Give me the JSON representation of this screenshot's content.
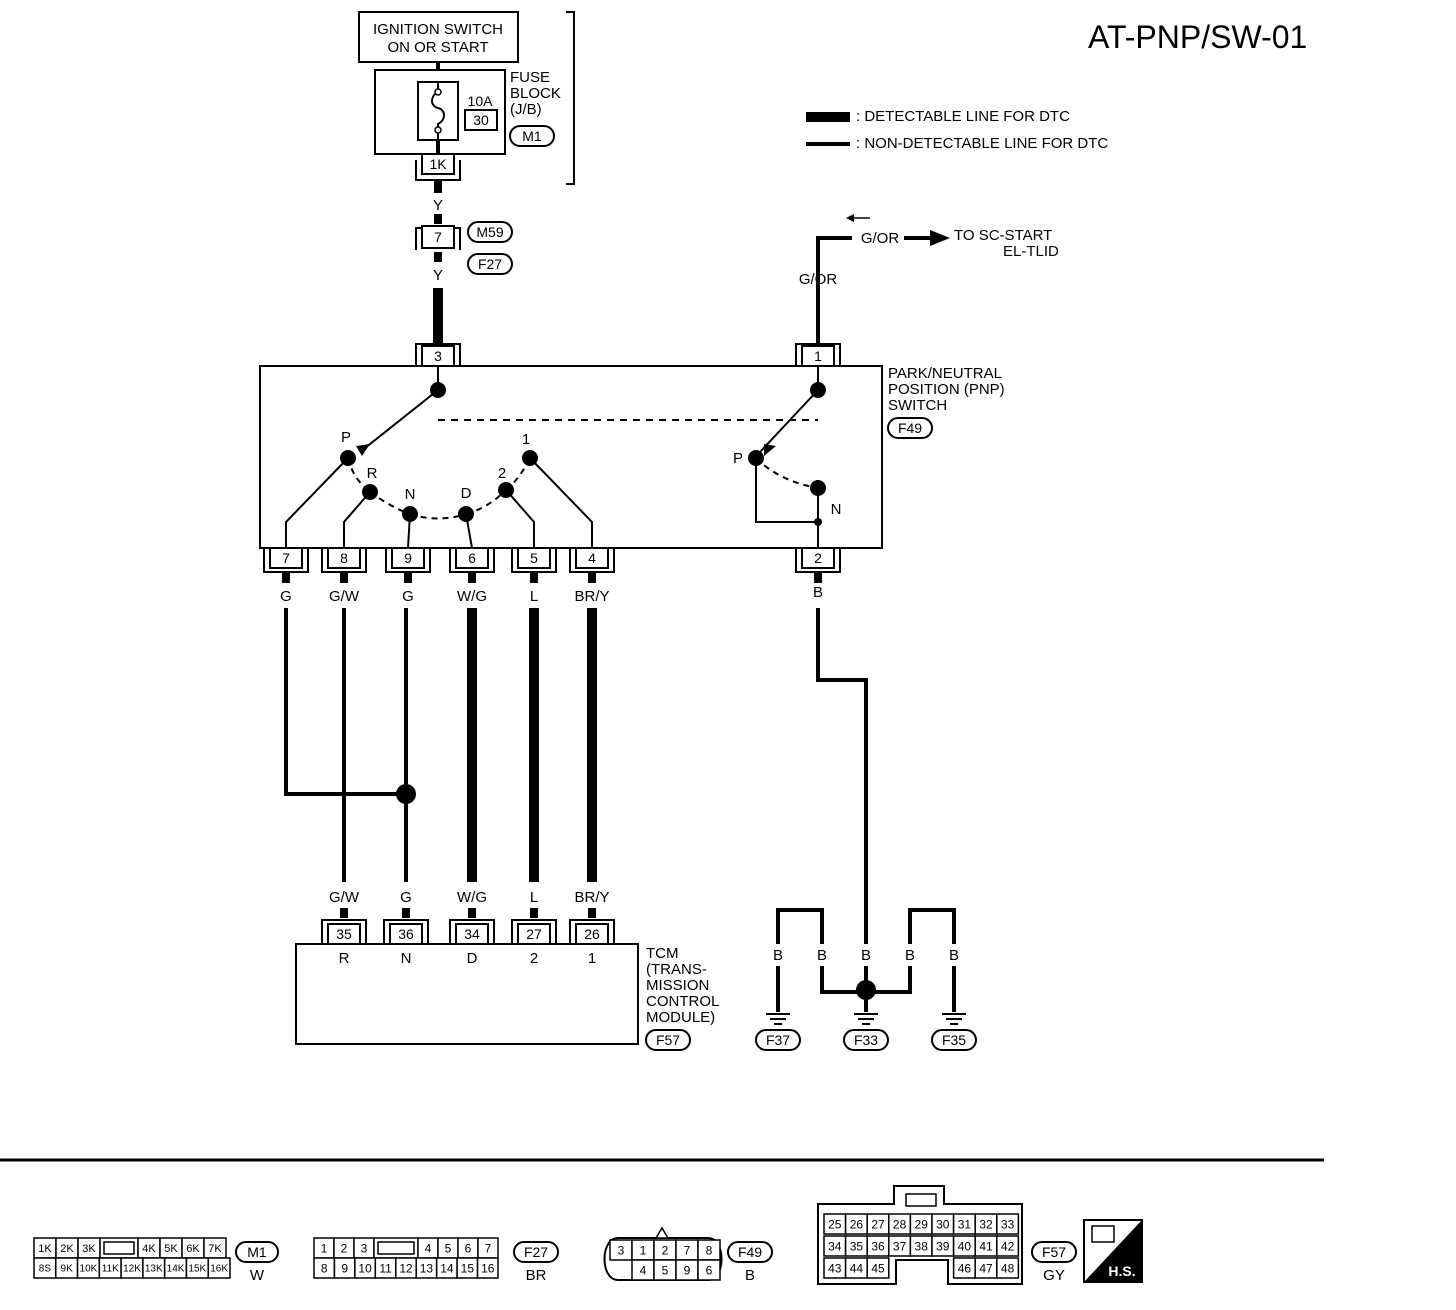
{
  "title": "AT-PNP/SW-01",
  "legend": {
    "detectable": ": DETECTABLE LINE FOR DTC",
    "non_detectable": ": NON-DETECTABLE LINE FOR DTC"
  },
  "ignition": {
    "line1": "IGNITION SWITCH",
    "line2": "ON OR START"
  },
  "fuse": {
    "label1": "FUSE",
    "label2": "BLOCK",
    "label3": "(J/B)",
    "amps": "10A",
    "number": "30",
    "connector_ref": "M1",
    "terminal": "1K"
  },
  "wires": {
    "y_upper": "Y",
    "y_lower": "Y",
    "g_or_vert": "G/OR",
    "g_or_horiz": "G/OR",
    "p7": "G",
    "p8": "G/W",
    "p9": "G",
    "p6": "W/G",
    "p5": "L",
    "p4": "BR/Y",
    "p2": "B"
  },
  "joint_connector": {
    "pin": "7",
    "ref_top": "M59",
    "ref_bottom": "F27"
  },
  "to_sc_start": {
    "line1": "TO SC-START",
    "line2": "EL-TLID"
  },
  "pnp_switch": {
    "line1": "PARK/NEUTRAL",
    "line2": "POSITION (PNP)",
    "line3": "SWITCH",
    "ref": "F49",
    "top_pins": [
      "3",
      "1"
    ],
    "bottom_pins": [
      "7",
      "8",
      "9",
      "6",
      "5",
      "4",
      "2"
    ],
    "positions": {
      "p": "P",
      "r": "R",
      "n": "N",
      "d": "D",
      "two": "2",
      "one": "1",
      "p_right": "P",
      "n_right": "N"
    }
  },
  "tcm": {
    "line1": "TCM",
    "line2": "(TRANS-",
    "line3": "MISSION",
    "line4": "CONTROL",
    "line5": "MODULE)",
    "ref": "F57",
    "wire_labels": [
      "G/W",
      "G",
      "W/G",
      "L",
      "BR/Y"
    ],
    "pins": [
      "35",
      "36",
      "34",
      "27",
      "26"
    ],
    "terms": [
      "R",
      "N",
      "D",
      "2",
      "1"
    ]
  },
  "grounds": {
    "wire_label": "B",
    "refs": [
      "F37",
      "F33",
      "F35"
    ]
  },
  "connectors": {
    "m1": {
      "ref": "M1",
      "color": "W",
      "top": [
        "1K",
        "2K",
        "3K",
        "",
        "4K",
        "5K",
        "6K",
        "7K"
      ],
      "bottom": [
        "8S",
        "9K",
        "10K",
        "11K",
        "12K",
        "13K",
        "14K",
        "15K",
        "16K"
      ]
    },
    "f27": {
      "ref": "F27",
      "color": "BR",
      "top": [
        "1",
        "2",
        "3",
        "",
        "4",
        "5",
        "6",
        "7"
      ],
      "bottom": [
        "8",
        "9",
        "10",
        "11",
        "12",
        "13",
        "14",
        "15",
        "16"
      ]
    },
    "f49": {
      "ref": "F49",
      "color": "B",
      "top": [
        "3",
        "1",
        "2",
        "7",
        "8"
      ],
      "bottom": [
        "4",
        "5",
        "9",
        "6"
      ]
    },
    "f57": {
      "ref": "F57",
      "color": "GY",
      "row1": [
        "25",
        "26",
        "27",
        "28",
        "29",
        "30",
        "31",
        "32",
        "33"
      ],
      "row2": [
        "34",
        "35",
        "36",
        "37",
        "38",
        "39",
        "40",
        "41",
        "42"
      ],
      "row3": [
        "43",
        "44",
        "45",
        "46",
        "47",
        "48"
      ]
    },
    "hs": "H.S."
  }
}
